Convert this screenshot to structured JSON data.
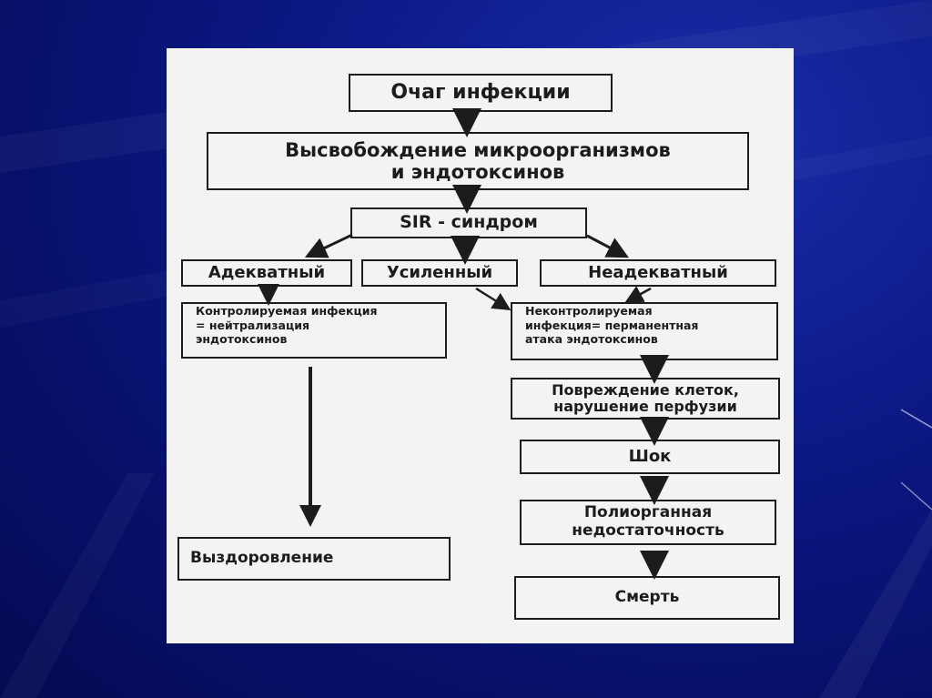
{
  "slide": {
    "colors": {
      "background": "#0d1a8a",
      "panel": "#f3f3f1",
      "ink": "#1c1c1c"
    }
  },
  "diagram": {
    "nodes": {
      "focus": "Очаг инфекции",
      "release": [
        "Высвобождение микроорганизмов",
        "и эндотоксинов"
      ],
      "sir": "SIR - синдром",
      "adequate": "Адекватный",
      "enhanced": "Усиленный",
      "inadequate": "Неадекватный",
      "controlled": [
        "Контролируемая инфекция",
        "= нейтрализация",
        "эндотоксинов"
      ],
      "uncontrolled": [
        "Неконтролируемая",
        "инфекция= перманентная",
        "атака эндотоксинов"
      ],
      "damage": [
        "Повреждение клеток,",
        "нарушение перфузии"
      ],
      "shock": "Шок",
      "mof": [
        "Полиорганная",
        "недостаточность"
      ],
      "recovery": "Выздоровление",
      "death": "Смерть"
    }
  }
}
